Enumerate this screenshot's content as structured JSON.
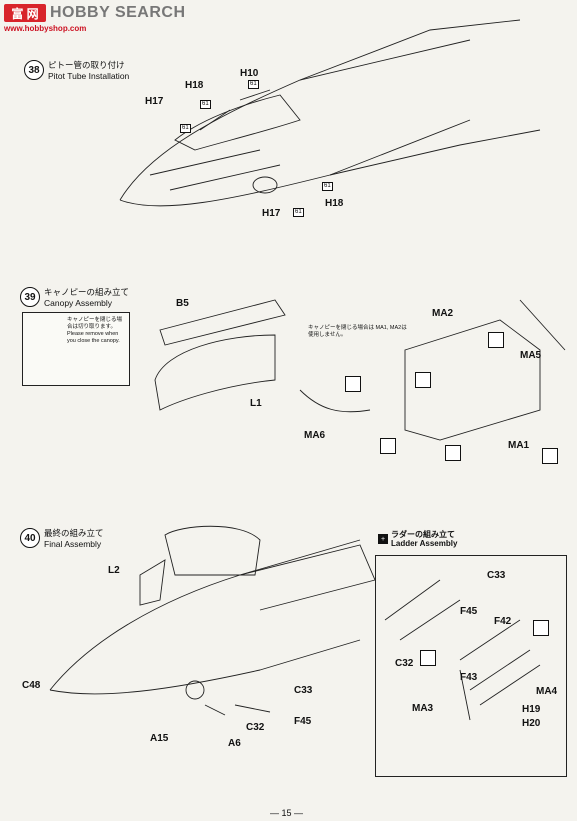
{
  "watermark": {
    "logo": "富 网",
    "text": "HOBBY SEARCH",
    "url": "www.hobbyshop.com"
  },
  "steps": [
    {
      "number": "38",
      "title_jp": "ピトー管の取り付け",
      "title_en": "Pitot Tube Installation",
      "labels": [
        "H10",
        "H18",
        "H17",
        "H17",
        "H18"
      ],
      "part_ref": "61"
    },
    {
      "number": "39",
      "title_jp": "キャノピーの組み立て",
      "title_en": "Canopy Assembly",
      "note": "キャノピーを閉じる場合は切り取ります。 Please remove when you close the canopy.",
      "closed_note": "キャノピーを閉じる場合は MA1, MA2は使用しません。",
      "labels": [
        "B5",
        "L1",
        "MA2",
        "MA5",
        "MA6",
        "MA1"
      ]
    },
    {
      "number": "40",
      "title_jp": "最終の組み立て",
      "title_en": "Final Assembly",
      "labels": [
        "L2",
        "C48",
        "C33",
        "F45",
        "C32",
        "A15",
        "A6"
      ],
      "ladder": {
        "icon": "+",
        "title_jp": "ラダーの組み立て",
        "title_en": "Ladder Assembly",
        "labels": [
          "C33",
          "F45",
          "F42",
          "C32",
          "F43",
          "MA4",
          "MA3",
          "H19",
          "H20"
        ]
      }
    }
  ],
  "page_number": "— 15 —"
}
